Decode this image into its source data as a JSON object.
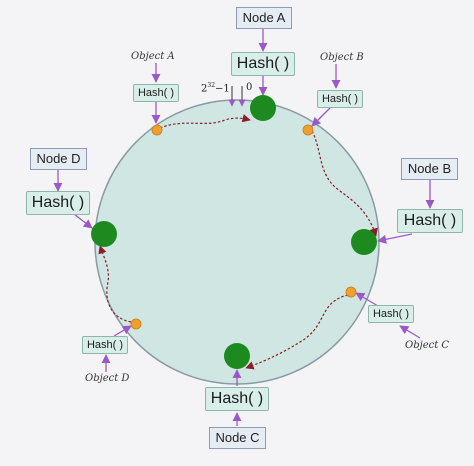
{
  "nodes": {
    "a": {
      "label": "Node A",
      "hash": "Hash( )"
    },
    "b": {
      "label": "Node B",
      "hash": "Hash( )"
    },
    "c": {
      "label": "Node C",
      "hash": "Hash( )"
    },
    "d": {
      "label": "Node D",
      "hash": "Hash( )"
    }
  },
  "objects": {
    "a": {
      "label": "Object A",
      "hash": "Hash( )"
    },
    "b": {
      "label": "Object B",
      "hash": "Hash( )"
    },
    "c": {
      "label": "Object C",
      "hash": "Hash( )"
    },
    "d": {
      "label": "Object D",
      "hash": "Hash( )"
    }
  },
  "ring_marks": {
    "max_base": "2",
    "max_exp": "32",
    "max_suffix": "−1",
    "zero": "0"
  },
  "colors": {
    "ring_fill": "#cfe6e3",
    "ring_stroke": "#8a9aa3",
    "node_dot": "#1c8a1f",
    "object_dot": "#f0a030",
    "arrow": "#9b59c7",
    "dashed_arrow": "#8b1e2a"
  }
}
